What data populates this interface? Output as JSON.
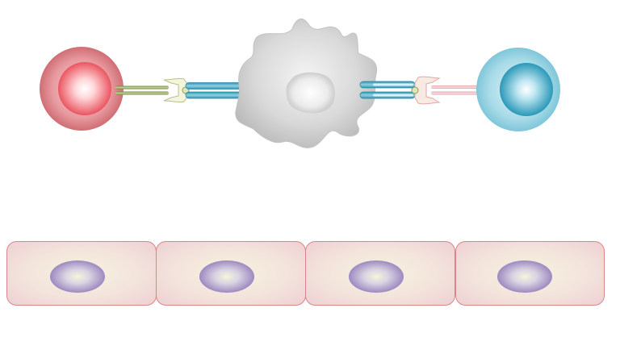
{
  "diagram": {
    "colors": {
      "background": "#ffffff",
      "red_cell_outer": "#d97d82",
      "red_cell_inner": "#f0626a",
      "blue_cell_outer": "#8ecfe0",
      "blue_cell_inner": "#2f9dbd",
      "macrophage_body": "#d0d0d0",
      "macrophage_nucleus": "#f2f2f2",
      "receptor_green": "#7f9a4a",
      "receptor_pink": "#e8a9ad",
      "antibody_fab": "#f3f5dd",
      "fc_receptor": "#4aa8c4",
      "epithelial_cell": "#f3dcdc",
      "epithelial_border": "#d9868b",
      "epithelial_nucleus": "#a996c6"
    },
    "shapes": {
      "target_cells": [
        "red-target-cell",
        "blue-target-cell"
      ],
      "effector_cell": "macrophage",
      "antibodies": [
        "left-antibody",
        "right-antibody"
      ],
      "epithelial_cell_count": 4
    }
  }
}
